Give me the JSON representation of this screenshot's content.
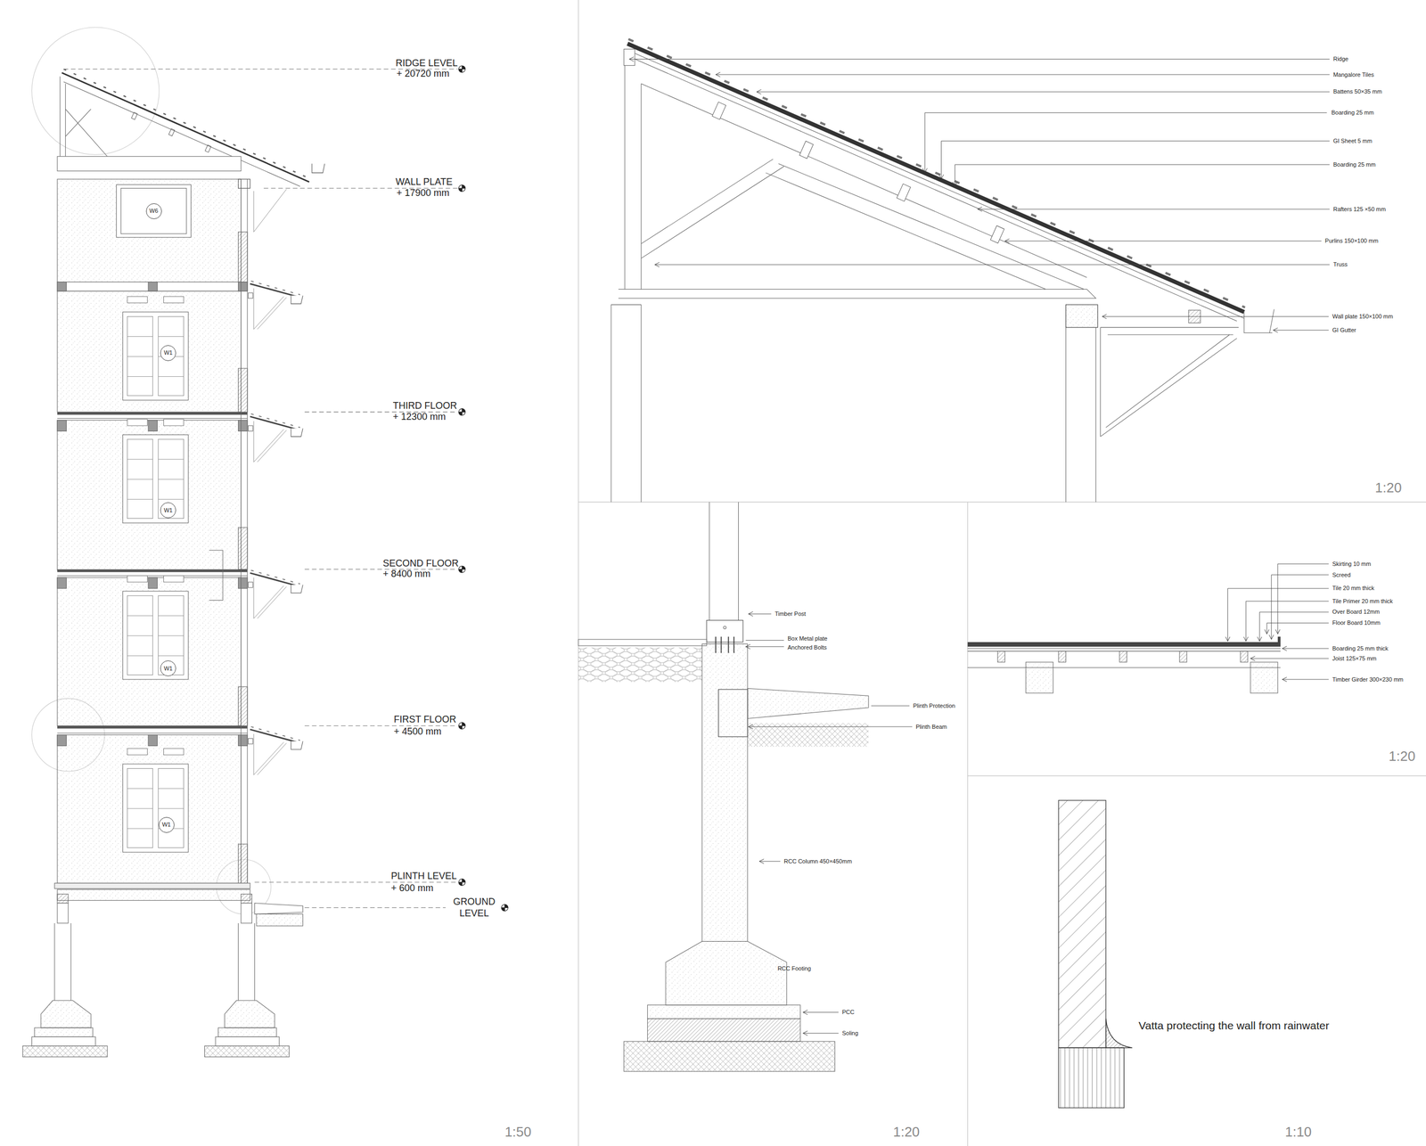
{
  "diagram": {
    "nodes": [
      {
        "text": [
          "W6"
        ]
      },
      {
        "text": [
          "W1"
        ]
      },
      {
        "text": [
          "W1"
        ]
      },
      {
        "text": [
          "W1"
        ]
      },
      {
        "text": [
          "W1"
        ]
      }
    ],
    "labels": [
      "RIDGE LEVEL",
      "+ 20720 mm",
      "WALL PLATE",
      "+ 17900 mm",
      "THIRD FLOOR",
      "+ 12300 mm",
      "SECOND FLOOR",
      "+ 8400 mm",
      "FIRST FLOOR",
      "+ 4500 mm",
      "PLINTH LEVEL",
      "+ 600 mm",
      "GROUND LEVEL",
      "1:50",
      "Ridge",
      "Mangalore Tiles",
      "Battens 50×35 mm",
      "Boarding 25 mm",
      "GI Sheet 5 mm",
      "Boarding 25 mm",
      "Rafters 125 ×50 mm",
      "Purlins 150×100 mm",
      "Truss",
      "Wall plate 150×100 mm",
      "GI Gutter",
      "1:20",
      "Timber Post",
      "Box Metal plate",
      "Anchored Bolts",
      "Plinth Protection",
      "Plinth Beam",
      "RCC Column 450×450mm",
      "RCC Footing",
      "PCC",
      "Soling",
      "1:20",
      "Skirting 10 mm",
      "Screed",
      "Tile 20 mm thick",
      "Tile Primer 20 mm thick",
      "Over Board 12mm",
      "Floor Board 10mm",
      "Boarding 25 mm thick",
      "Joist 125×75 mm",
      "Timber Girder 300×230 mm",
      "1:20",
      "Vatta protecting the wall from rainwater",
      "1:10"
    ]
  }
}
